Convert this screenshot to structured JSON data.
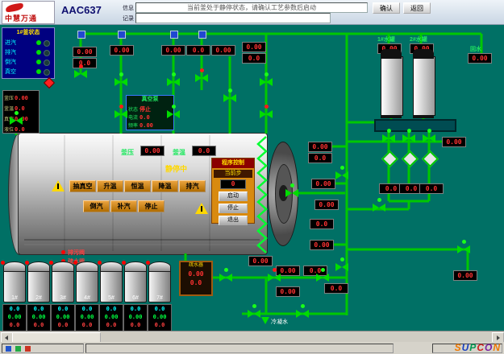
{
  "header": {
    "logo": "中慧万通",
    "station": "AAC637",
    "field1_label": "信息",
    "field2_label": "记录",
    "message": "当前釜处于静停状态，请确认工艺参数后启动",
    "message2": "",
    "btn1": "确认",
    "btn2": "返回"
  },
  "status_panel": {
    "title": "1#釜状态",
    "rows": [
      {
        "label": "进汽"
      },
      {
        "label": "排汽"
      },
      {
        "label": "倒汽"
      },
      {
        "label": "真空"
      }
    ]
  },
  "left_display": {
    "r1l": "釜压",
    "r1v": "0.00",
    "r2l": "釜温",
    "r2v": "0.0",
    "r3l": "真空",
    "r3v": "0.00",
    "r4l": "液位",
    "r4v": "0.0"
  },
  "pump_panel": {
    "title": "真空泵",
    "r1l": "状态",
    "r1v": "停止",
    "r2l": "电流",
    "r2v": "0.0",
    "r3l": "频率",
    "r3v": "0.00"
  },
  "vessel": {
    "status": "静停中",
    "p_label": "釜压",
    "p_value": "0.00",
    "t_label": "釜温",
    "t_value": "0.0",
    "b1": "抽真空",
    "b2": "升温",
    "b3": "恒温",
    "b4": "降温",
    "b5": "排汽",
    "b6": "倒汽",
    "b7": "补汽",
    "b8": "停止"
  },
  "ctrl_panel": {
    "title": "程序控制",
    "step_label": "当前步",
    "step_value": "0",
    "b1": "启动",
    "b2": "停止",
    "b3": "退出"
  },
  "tanks": {
    "t1_label": "1#水罐",
    "t1_value": "0.00",
    "t2_label": "2#水罐",
    "t2_value": "0.00",
    "return_label": "回水",
    "return_value": "0.00"
  },
  "drains": {
    "a": "排污阀",
    "b": "疏水阀"
  },
  "brown_panel": {
    "title": "疏水器",
    "v1": "0.00",
    "v2": "0.0"
  },
  "condensate": {
    "label": "冷凝水"
  },
  "dv": {
    "d1": "0.00",
    "d2": "0.0",
    "d3": "0.00",
    "d4": "0.00",
    "d5": "0.0",
    "d6": "0.00",
    "d7": "0.00",
    "d8": "0.0",
    "d9": "0.00",
    "d10": "0.0",
    "d11": "0.00",
    "d12": "0.00",
    "d13": "0.0",
    "d14": "0.00",
    "d18": "0.0",
    "d19": "0.0",
    "d20": "0.0",
    "d21": "0.00",
    "d22": "0.00",
    "d23": "0.00",
    "d24": "0.00",
    "d25": "0.0",
    "d26": "0.00",
    "d27": "0.0"
  },
  "silos": [
    {
      "n": "1#",
      "r1": "0.0",
      "r2": "0.00",
      "r3": "0.0"
    },
    {
      "n": "2#",
      "r1": "0.0",
      "r2": "0.00",
      "r3": "0.0"
    },
    {
      "n": "3#",
      "r1": "0.0",
      "r2": "0.00",
      "r3": "0.0"
    },
    {
      "n": "4#",
      "r1": "0.0",
      "r2": "0.00",
      "r3": "0.0"
    },
    {
      "n": "5#",
      "r1": "0.0",
      "r2": "0.00",
      "r3": "0.0"
    },
    {
      "n": "6#",
      "r1": "0.0",
      "r2": "0.00",
      "r3": "0.0"
    },
    {
      "n": "7#",
      "r1": "0.0",
      "r2": "0.00",
      "r3": "0.0"
    }
  ],
  "footer": {
    "logo": "SUPCON"
  }
}
